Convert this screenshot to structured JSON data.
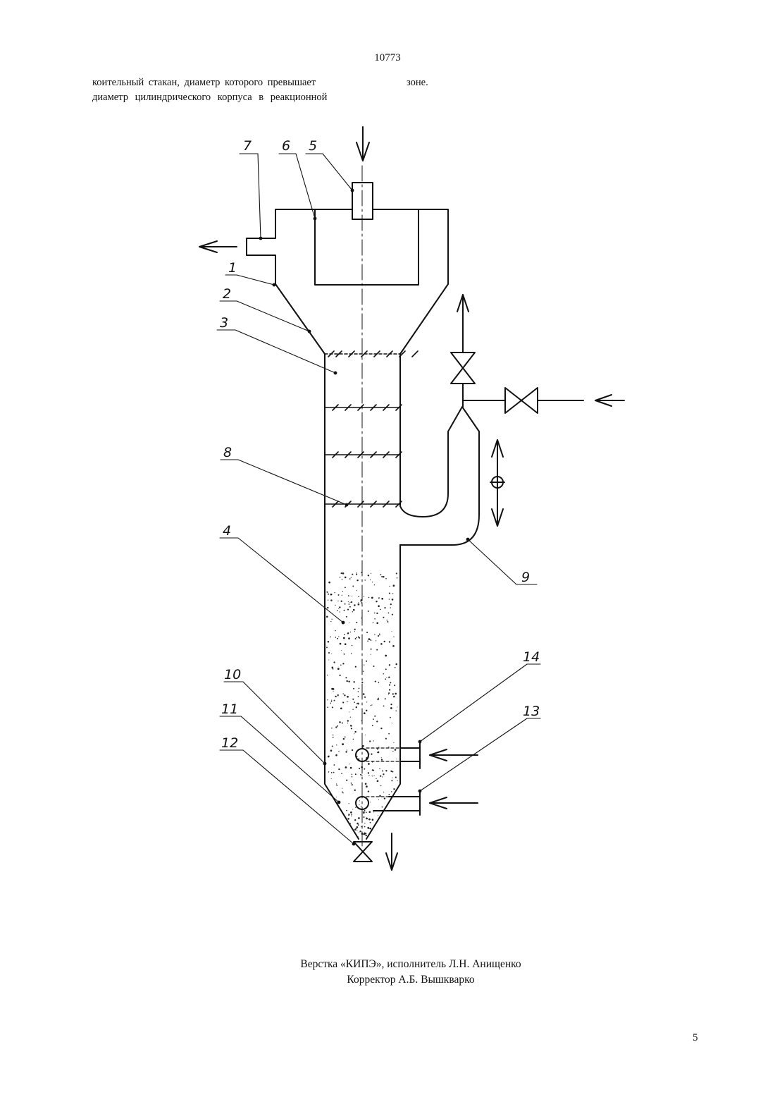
{
  "header": {
    "doc_number": "10773"
  },
  "text": {
    "left_line_1": "коительный стакан, диаметр которого превышает",
    "left_line_2": "диаметр цилиндрического корпуса в реакционной",
    "right_line_1": "зоне."
  },
  "drawing": {
    "labels": [
      "1",
      "2",
      "3",
      "4",
      "5",
      "6",
      "7",
      "8",
      "9",
      "10",
      "11",
      "12",
      "13",
      "14"
    ]
  },
  "footer": {
    "credit_line_1": "Верстка «КИПЭ», исполнитель Л.Н. Анищенко",
    "credit_line_2": "Корректор А.Б. Вышкварко",
    "page_number": "5"
  }
}
